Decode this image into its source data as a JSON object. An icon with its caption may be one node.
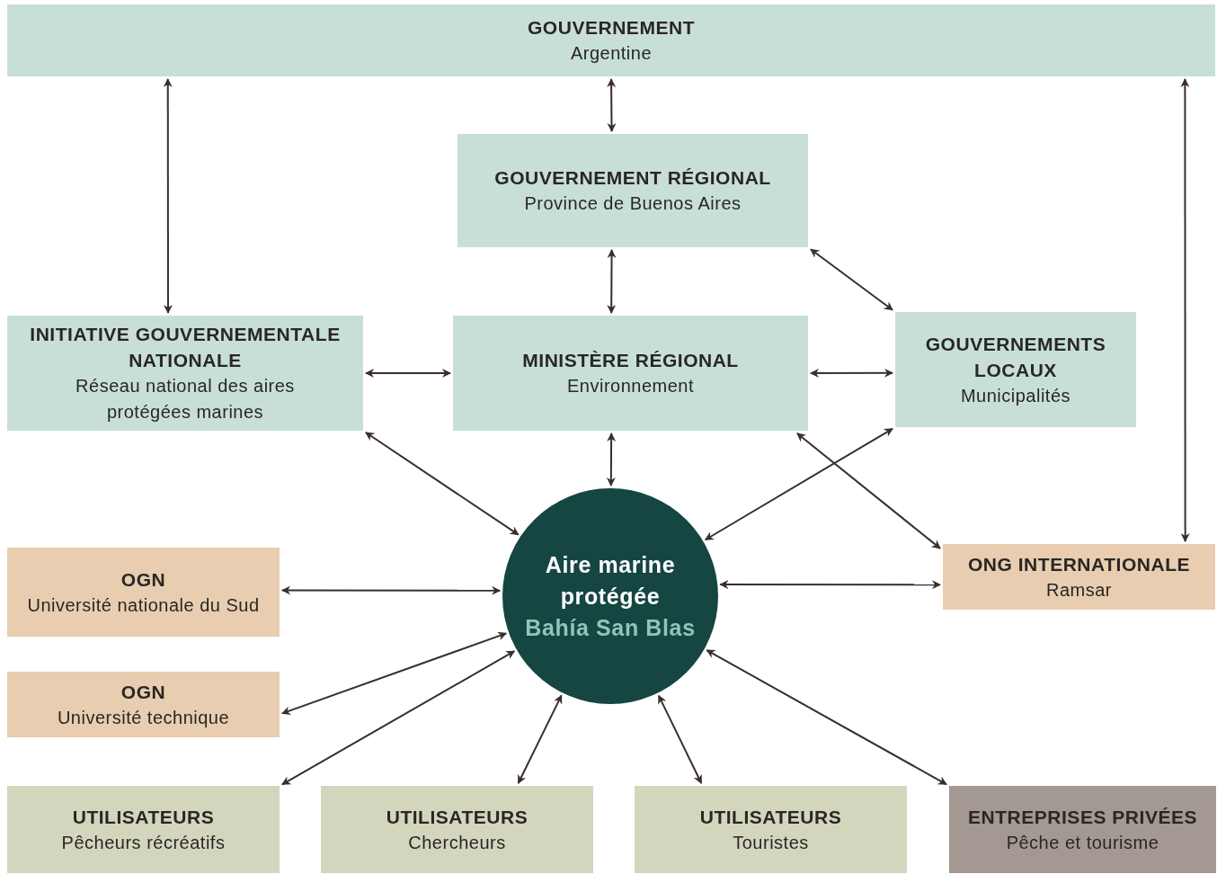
{
  "diagram": {
    "nodes": [
      {
        "text": [
          "GOUVERNEMENT",
          "Argentine"
        ]
      },
      {
        "text": [
          "GOUVERNEMENT RÉGIONAL",
          "Province de Buenos Aires"
        ]
      },
      {
        "text": [
          "INITIATIVE GOUVERNEMENTALE NATIONALE",
          "Réseau national des aires protégées marines"
        ]
      },
      {
        "text": [
          "MINISTÈRE RÉGIONAL",
          "Environnement"
        ]
      },
      {
        "text": [
          "GOUVERNEMENTS LOCAUX",
          "Municipalités"
        ]
      },
      {
        "text": [
          "OGN",
          "Université nationale du Sud"
        ]
      },
      {
        "text": [
          "Aire marine protégée",
          "Bahía San Blas"
        ]
      },
      {
        "text": [
          "ONG INTERNATIONALE",
          "Ramsar"
        ]
      },
      {
        "text": [
          "OGN",
          "Université technique"
        ]
      },
      {
        "text": [
          "UTILISATEURS",
          "Pêcheurs récréatifs"
        ]
      },
      {
        "text": [
          "UTILISATEURS",
          "Chercheurs"
        ]
      },
      {
        "text": [
          "UTILISATEURS",
          "Touristes"
        ]
      },
      {
        "text": [
          "ENTREPRISES PRIVÉES",
          "Pêche et tourisme"
        ]
      }
    ],
    "edges": [
      {
        "from": 0,
        "to": 1,
        "arrow": "both"
      },
      {
        "from": 0,
        "to": 2,
        "arrow": "both"
      },
      {
        "from": 0,
        "to": 7,
        "arrow": "both"
      },
      {
        "from": 1,
        "to": 3,
        "arrow": "both"
      },
      {
        "from": 1,
        "to": 4,
        "arrow": "both"
      },
      {
        "from": 2,
        "to": 3,
        "arrow": "both"
      },
      {
        "from": 3,
        "to": 4,
        "arrow": "both"
      },
      {
        "from": 3,
        "to": 6,
        "arrow": "both"
      },
      {
        "from": 2,
        "to": 6,
        "arrow": "both"
      },
      {
        "from": 4,
        "to": 6,
        "arrow": "both"
      },
      {
        "from": 3,
        "to": 7,
        "arrow": "both"
      },
      {
        "from": 5,
        "to": 6,
        "arrow": "both"
      },
      {
        "from": 6,
        "to": 7,
        "arrow": "both"
      },
      {
        "from": 8,
        "to": 6,
        "arrow": "both"
      },
      {
        "from": 9,
        "to": 6,
        "arrow": "both"
      },
      {
        "from": 10,
        "to": 6,
        "arrow": "both"
      },
      {
        "from": 11,
        "to": 6,
        "arrow": "both"
      },
      {
        "from": 12,
        "to": 6,
        "arrow": "both"
      }
    ]
  }
}
